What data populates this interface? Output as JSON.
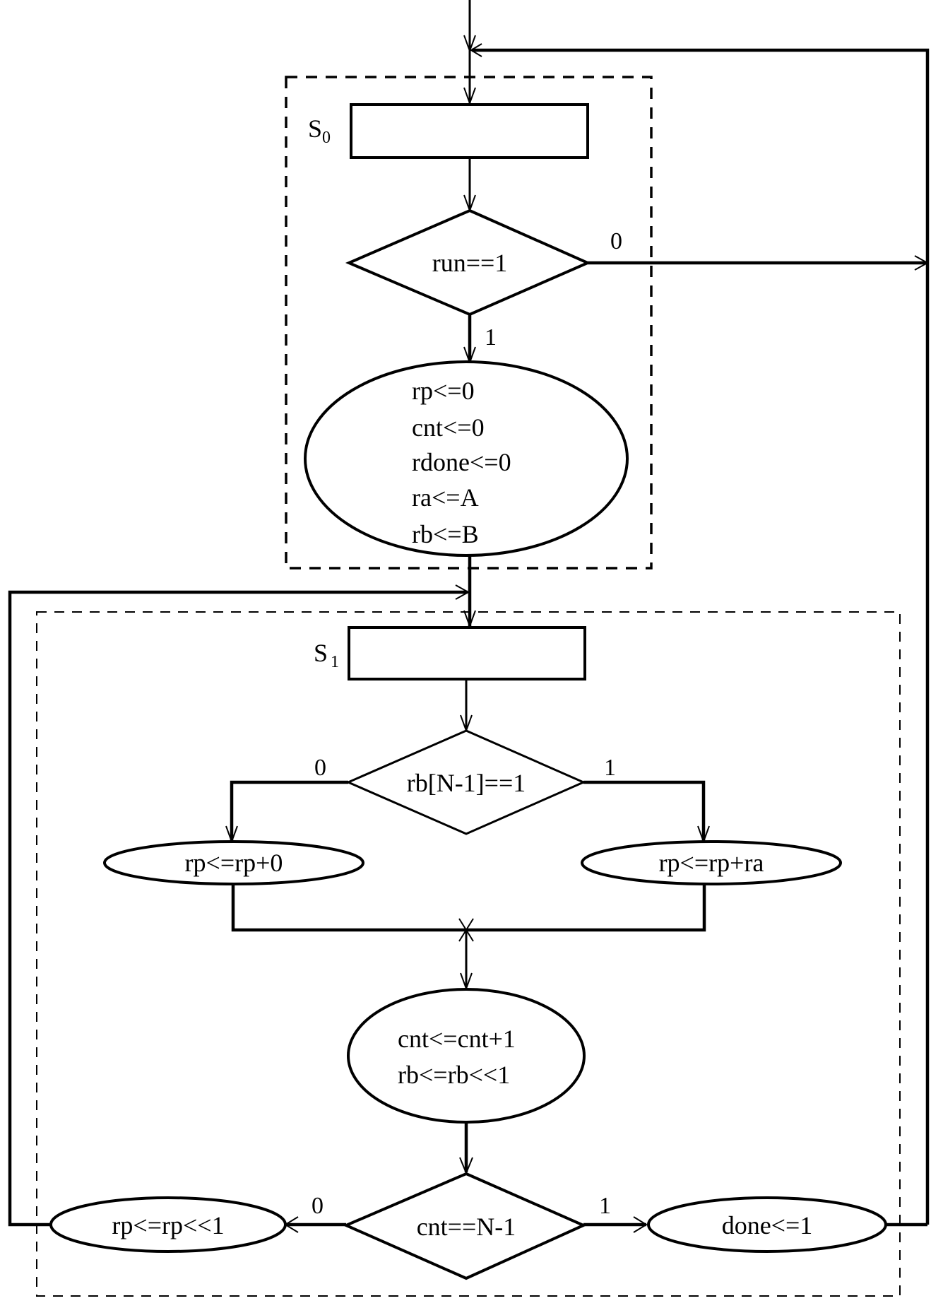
{
  "diagram": {
    "title": "Shift-add multiplier state flowchart",
    "states": {
      "s0": {
        "name": "S",
        "sub": "0"
      },
      "s1": {
        "name": "S",
        "sub": "1"
      }
    },
    "s0": {
      "decision": "run==1",
      "no_label": "0",
      "yes_label": "1",
      "init_actions": [
        "rp<=0",
        "cnt<=0",
        "rdone<=0",
        "ra<=A",
        "rb<=B"
      ]
    },
    "s1": {
      "decision_bit": "rb[N-1]==1",
      "bit_zero_label": "0",
      "bit_one_label": "1",
      "action_bit_zero": "rp<=rp+0",
      "action_bit_one": "rp<=rp+ra",
      "update_actions": [
        "cnt<=cnt+1",
        "rb<=rb<<1"
      ],
      "decision_count": "cnt==N-1",
      "count_no_label": "0",
      "count_yes_label": "1",
      "action_shift": "rp<=rp<<1",
      "action_done": "done<=1"
    }
  }
}
